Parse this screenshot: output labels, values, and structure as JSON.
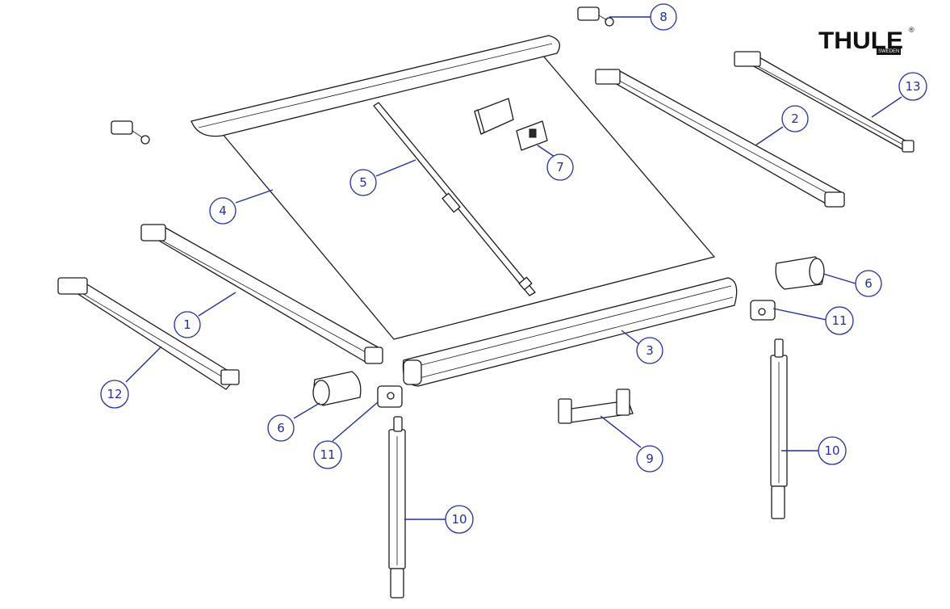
{
  "brand": {
    "name": "THULE",
    "registered": "®",
    "sub": "SWEDEN"
  },
  "callouts": [
    {
      "id": "c1",
      "label": "1"
    },
    {
      "id": "c2",
      "label": "2"
    },
    {
      "id": "c3",
      "label": "3"
    },
    {
      "id": "c4",
      "label": "4"
    },
    {
      "id": "c5",
      "label": "5"
    },
    {
      "id": "c6a",
      "label": "6"
    },
    {
      "id": "c6b",
      "label": "6"
    },
    {
      "id": "c7",
      "label": "7"
    },
    {
      "id": "c8",
      "label": "8"
    },
    {
      "id": "c9",
      "label": "9"
    },
    {
      "id": "c10a",
      "label": "10"
    },
    {
      "id": "c10b",
      "label": "10"
    },
    {
      "id": "c11a",
      "label": "11"
    },
    {
      "id": "c11b",
      "label": "11"
    },
    {
      "id": "c12",
      "label": "12"
    },
    {
      "id": "c13",
      "label": "13"
    }
  ],
  "colors": {
    "leader": "#1f2fa8",
    "linework": "#1a1a1a",
    "background": "#ffffff"
  }
}
